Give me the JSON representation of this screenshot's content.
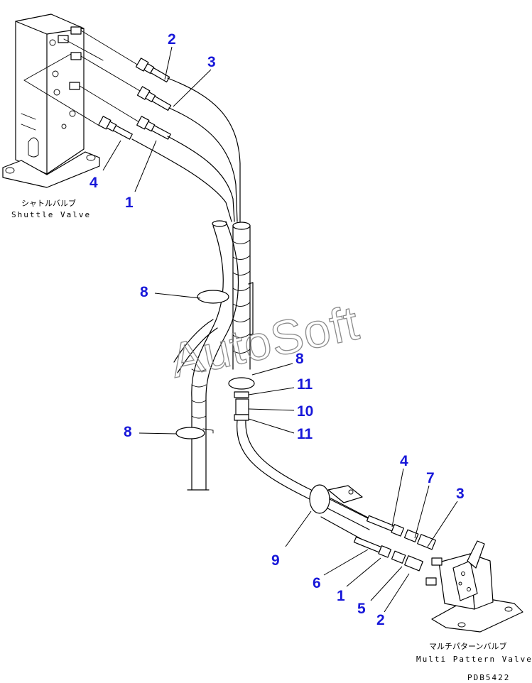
{
  "components": {
    "shuttle_valve": {
      "label_jp": "シャトルバルブ",
      "label_en": "Shuttle Valve"
    },
    "multi_pattern_valve": {
      "label_jp": "マルチパターンバルブ",
      "label_en": "Multi Pattern Valve"
    }
  },
  "callouts": [
    "2",
    "3",
    "4",
    "1",
    "8",
    "8",
    "11",
    "10",
    "11",
    "8",
    "4",
    "7",
    "3",
    "9",
    "6",
    "1",
    "5",
    "2"
  ],
  "watermark": "AutoSoft",
  "drawing_code": "PDB5422",
  "colors": {
    "callout": "#1717d9",
    "line": "#000000",
    "watermark": "#8a8a8a"
  }
}
